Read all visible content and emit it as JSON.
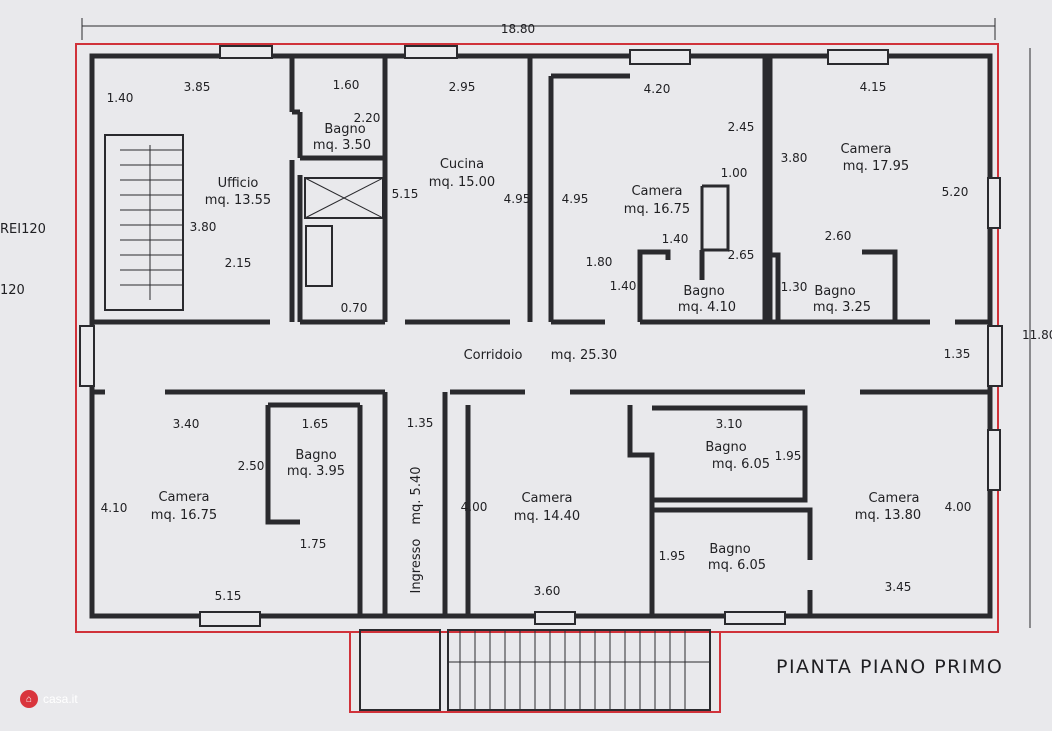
{
  "plan": {
    "title": "PIANTA PIANO PRIMO",
    "overall_width": "18.80",
    "overall_depth": "11.80",
    "left_notes": [
      "REI120",
      "120"
    ]
  },
  "rooms": [
    {
      "id": "ufficio",
      "name": "Ufficio",
      "area": "mq. 13.55"
    },
    {
      "id": "bagno-a",
      "name": "Bagno",
      "area": "mq. 3.50"
    },
    {
      "id": "cucina",
      "name": "Cucina",
      "area": "mq. 15.00"
    },
    {
      "id": "camera-a",
      "name": "Camera",
      "area": "mq. 16.75"
    },
    {
      "id": "bagno-b",
      "name": "Bagno",
      "area": "mq. 4.10"
    },
    {
      "id": "camera-b",
      "name": "Camera",
      "area": "mq. 17.95"
    },
    {
      "id": "bagno-c",
      "name": "Bagno",
      "area": "mq. 3.25"
    },
    {
      "id": "corridoio",
      "name": "Corridoio",
      "area": "mq. 25.30"
    },
    {
      "id": "camera-c",
      "name": "Camera",
      "area": "mq. 16.75"
    },
    {
      "id": "bagno-d",
      "name": "Bagno",
      "area": "mq. 3.95"
    },
    {
      "id": "ingresso",
      "name": "Ingresso",
      "area": "mq. 5.40"
    },
    {
      "id": "camera-d",
      "name": "Camera",
      "area": "mq. 14.40"
    },
    {
      "id": "bagno-e",
      "name": "Bagno",
      "area": "mq. 6.05"
    },
    {
      "id": "bagno-f",
      "name": "Bagno",
      "area": "mq. 6.05"
    },
    {
      "id": "camera-e",
      "name": "Camera",
      "area": "mq. 13.80"
    }
  ],
  "dimensions": [
    "3.85",
    "1.40",
    "3.80",
    "2.15",
    "1.60",
    "2.20",
    "5.15",
    "0.70",
    "2.95",
    "4.95",
    "4.95",
    "4.20",
    "2.45",
    "1.00",
    "1.40",
    "1.80",
    "1.40",
    "2.65",
    "4.15",
    "3.80",
    "5.20",
    "2.60",
    "1.30",
    "1.35",
    "3.40",
    "2.50",
    "1.65",
    "4.10",
    "1.75",
    "5.15",
    "1.35",
    "4.00",
    "3.60",
    "3.10",
    "1.95",
    "1.95",
    "4.00",
    "3.45"
  ],
  "brand": {
    "name": "casa.it",
    "icon": "home-icon"
  },
  "colors": {
    "outline": "#d0323a",
    "wall": "#2a2a2e",
    "paper": "#e9e9ec"
  }
}
